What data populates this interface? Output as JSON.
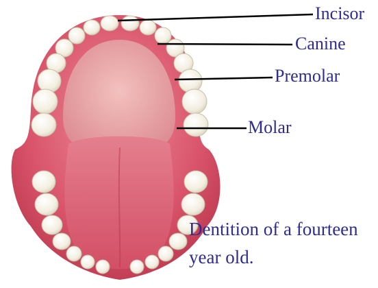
{
  "labels": {
    "incisor": "Incisor",
    "canine": "Canine",
    "premolar": "Premolar",
    "molar": "Molar"
  },
  "caption": {
    "line1": "Dentition of a fourteen",
    "line2": "year old."
  },
  "colors": {
    "text": "#2e2c8f",
    "leader": "#000000",
    "gum": "#d9546a",
    "palate": "#e6a0a3",
    "tongue": "#d9546a",
    "tooth": "#f5f0e4"
  }
}
